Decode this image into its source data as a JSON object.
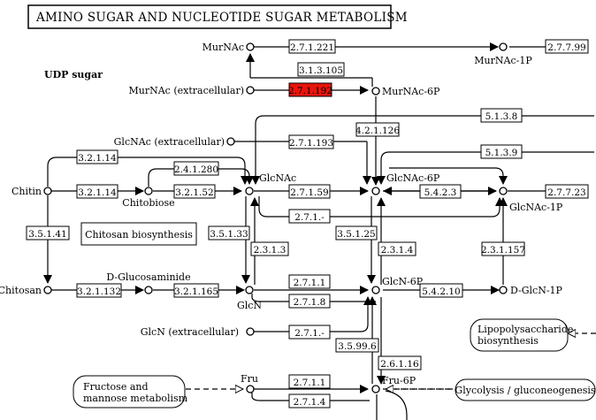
{
  "title": "AMINO SUGAR AND NUCLEOTIDE SUGAR METABOLISM",
  "section_label": "UDP sugar",
  "label_box": "Chitosan biosynthesis",
  "compounds": {
    "murnac": "MurNAc",
    "murnac_1p": "MurNAc-1P",
    "murnac_ext": "MurNAc (extracellular)",
    "murnac_6p": "MurNAc-6P",
    "glcnac_ext": "GlcNAc (extracellular)",
    "chitin": "Chitin",
    "chitobiose": "Chitobiose",
    "glcnac": "GlcNAc",
    "glcnac_6p": "GlcNAc-6P",
    "glcnac_1p": "GlcNAc-1P",
    "chitosan": "Chitosan",
    "d_glucosaminide": "D-Glucosaminide",
    "glcn": "GlcN",
    "glcn_6p": "GlcN-6P",
    "d_glcn_1p": "D-GlcN-1P",
    "glcn_ext": "GlcN (extracellular)",
    "fru": "Fru",
    "fru_6p": "Fru-6P"
  },
  "pathways": {
    "lipopolysaccharide_l1": "Lipopolysaccharide",
    "lipopolysaccharide_l2": "biosynthesis",
    "fructose_l1": "Fructose and",
    "fructose_l2": "mannose metabolism",
    "glycolysis": "Glycolysis / gluconeogenesis"
  },
  "enzymes": {
    "e_2_7_1_221": "2.7.1.221",
    "e_2_7_7_99": "2.7.7.99",
    "e_3_1_3_105": "3.1.3.105",
    "e_2_7_1_192": "2.7.1.192",
    "e_5_1_3_8": "5.1.3.8",
    "e_4_2_1_126": "4.2.1.126",
    "e_2_7_1_193": "2.7.1.193",
    "e_5_1_3_9": "5.1.3.9",
    "e_3_2_1_14_a": "3.2.1.14",
    "e_2_4_1_280": "2.4.1.280",
    "e_3_2_1_14_b": "3.2.1.14",
    "e_3_2_1_52": "3.2.1.52",
    "e_2_7_1_59": "2.7.1.59",
    "e_5_4_2_3": "5.4.2.3",
    "e_2_7_7_23": "2.7.7.23",
    "e_2_7_1_dash_a": "2.7.1.-",
    "e_3_5_1_41": "3.5.1.41",
    "e_3_5_1_33": "3.5.1.33",
    "e_3_5_1_25": "3.5.1.25",
    "e_2_3_1_3": "2.3.1.3",
    "e_2_3_1_4": "2.3.1.4",
    "e_2_3_1_157": "2.3.1.157",
    "e_3_2_1_132": "3.2.1.132",
    "e_3_2_1_165": "3.2.1.165",
    "e_2_7_1_1_a": "2.7.1.1",
    "e_2_7_1_8": "2.7.1.8",
    "e_5_4_2_10": "5.4.2.10",
    "e_2_7_1_dash_b": "2.7.1.-",
    "e_3_5_99_6": "3.5.99.6",
    "e_2_6_1_16": "2.6.1.16",
    "e_2_7_1_1_b": "2.7.1.1",
    "e_2_7_1_4": "2.7.1.4"
  },
  "colors": {
    "highlight_fill": "#e8140c",
    "highlight_text": "#7a0000",
    "line": "#000000",
    "background": "#ffffff"
  }
}
